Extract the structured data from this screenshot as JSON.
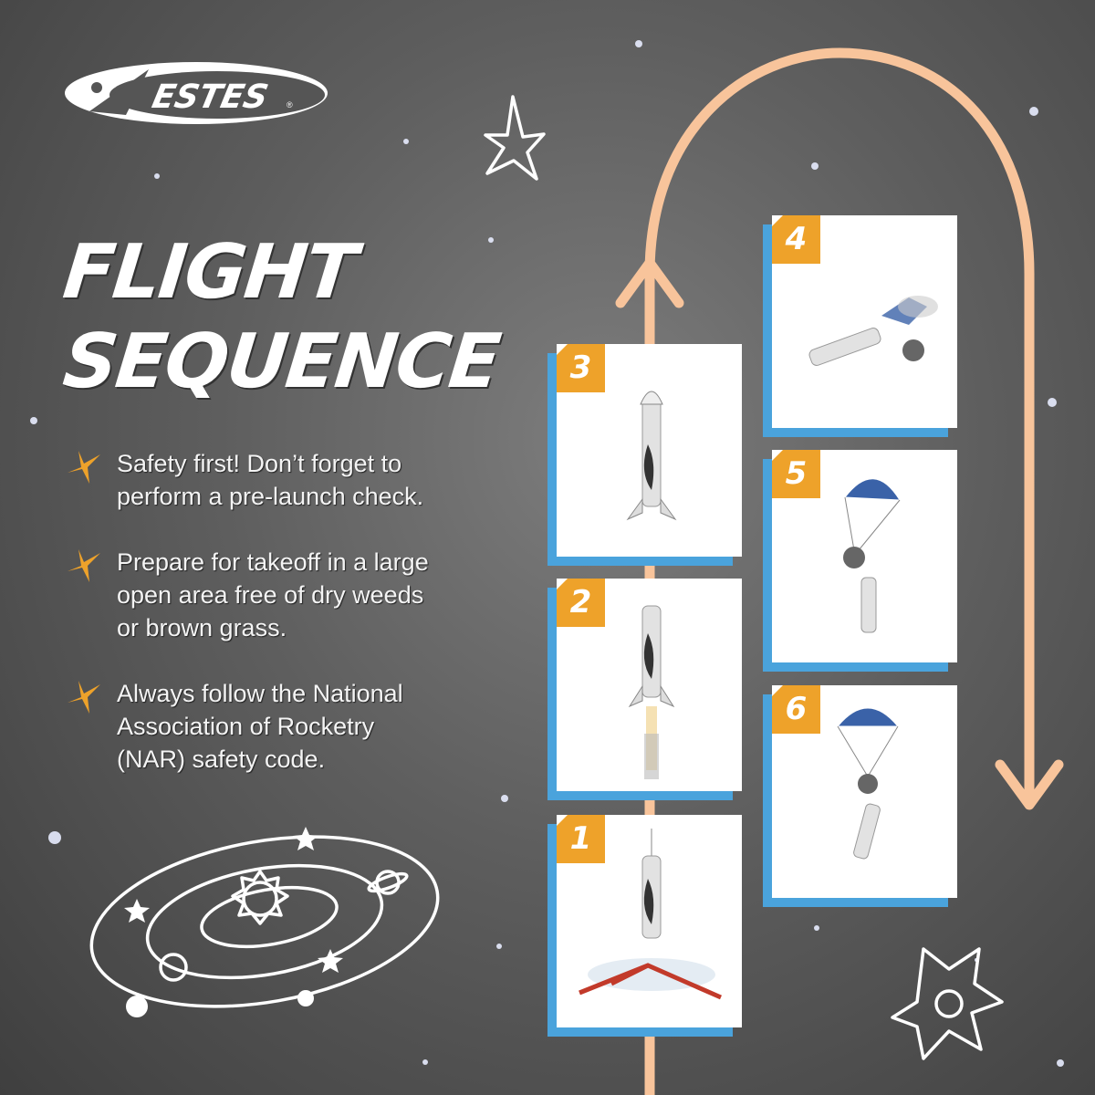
{
  "brand": {
    "logo_text": "ESTES",
    "registered_mark": "®"
  },
  "title": {
    "line1": "FLIGHT",
    "line2": "SEQUENCE"
  },
  "tips": [
    {
      "lines": [
        "Safety first! Don’t  forget to",
        "perform a pre-launch check."
      ]
    },
    {
      "lines": [
        "Prepare for takeoff in a large",
        "open area free of dry weeds",
        "or brown grass."
      ]
    },
    {
      "lines": [
        "Always follow the National",
        "Association of Rocketry",
        "(NAR) safety code."
      ]
    }
  ],
  "steps": [
    {
      "number": "1",
      "stage": "launch-pad"
    },
    {
      "number": "2",
      "stage": "liftoff"
    },
    {
      "number": "3",
      "stage": "coast"
    },
    {
      "number": "4",
      "stage": "ejection"
    },
    {
      "number": "5",
      "stage": "parachute-deploy"
    },
    {
      "number": "6",
      "stage": "descent"
    }
  ],
  "colors": {
    "arrow": "#f8c49b",
    "badge": "#eea22a",
    "card_shadow": "#4aa3dc",
    "bullet_star": "#eea22a",
    "background": "#5e5e5e"
  },
  "icons": {
    "bullet": "four-point-star-icon",
    "decor": [
      "star-doodle-icon",
      "solar-system-doodle-icon",
      "sun-doodle-icon"
    ]
  }
}
